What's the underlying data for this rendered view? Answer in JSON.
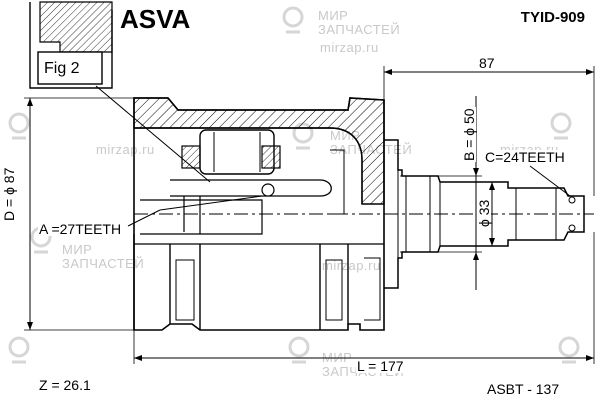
{
  "header": {
    "brand": "ASVA",
    "part_code": "TYID-909"
  },
  "figure": {
    "label": "Fig 2"
  },
  "dimensions": {
    "length_overall": "87",
    "outer_diameter_b": "B = ϕ 50",
    "spline_c": "C=24TEETH",
    "shaft_diameter": "ϕ 33",
    "diameter_d": "D = ϕ 87",
    "spline_a": "A =27TEETH",
    "length_l": "L = 177",
    "z_value": "Z = 26.1",
    "ref_code": "ASBT - 137"
  },
  "watermark": {
    "site": "mirzap.ru",
    "line1": "МИР",
    "line2": "ЗАПЧАСТЕЙ",
    "color": "#c9c9c9"
  }
}
